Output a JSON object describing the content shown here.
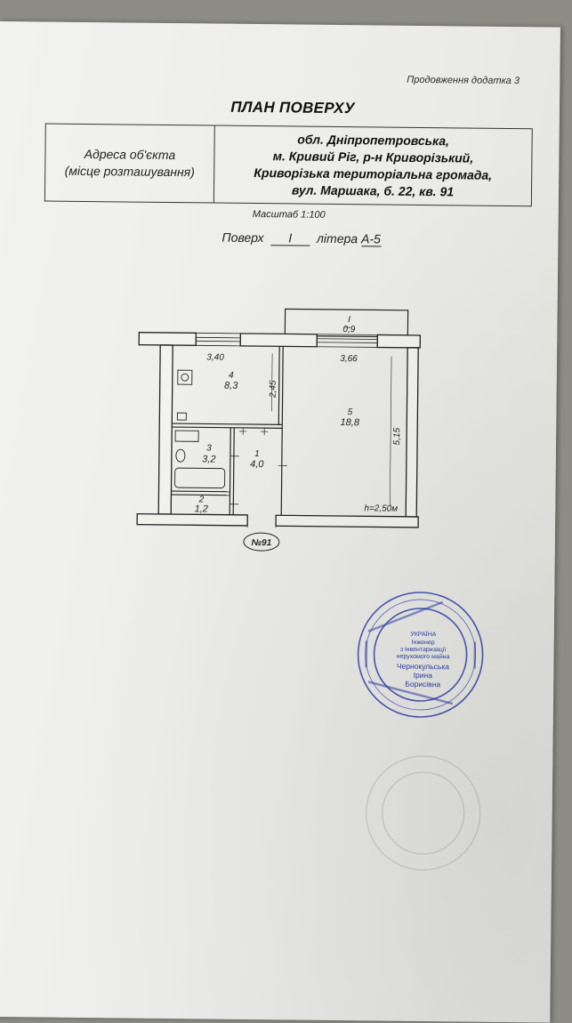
{
  "header": {
    "continuation": "Продовження додатка 3",
    "title": "ПЛАН ПОВЕРХУ"
  },
  "address": {
    "label_line1": "Адреса об'єкта",
    "label_line2": "(місце розташування)",
    "value_line1": "обл. Дніпропетровська,",
    "value_line2": "м. Кривий Ріг, р-н Криворізький,",
    "value_line3": "Криворізька територіальна громада,",
    "value_line4": "вул. Маршака, б. 22, кв. 91"
  },
  "scale": "Масштаб 1:100",
  "floor": {
    "label": "Поверх",
    "value": "I",
    "litera_label": "літера",
    "litera_value": "А-5"
  },
  "plan": {
    "rooms": [
      {
        "number": "1",
        "area": "4,0"
      },
      {
        "number": "2",
        "area": "1,2"
      },
      {
        "number": "3",
        "area": "3,2"
      },
      {
        "number": "4",
        "area": "8,3"
      },
      {
        "number": "5",
        "area": "18,8"
      },
      {
        "number": "I",
        "area": "0,9"
      }
    ],
    "dimensions": {
      "kitchen_width": "3,40",
      "room_width": "3,66",
      "kitchen_depth": "2,45",
      "room_depth": "5,15"
    },
    "ceiling_height": "h=2,50м",
    "apartment_tag": "№91"
  },
  "stamp": {
    "line1": "УКРАЇНА",
    "line2": "Інженер",
    "line3": "з інвентаризації",
    "line4": "нерухомого майна",
    "line5": "Чернокульська",
    "line6": "Ірина",
    "line7": "Борисівна",
    "color": "#2b3fa8"
  }
}
